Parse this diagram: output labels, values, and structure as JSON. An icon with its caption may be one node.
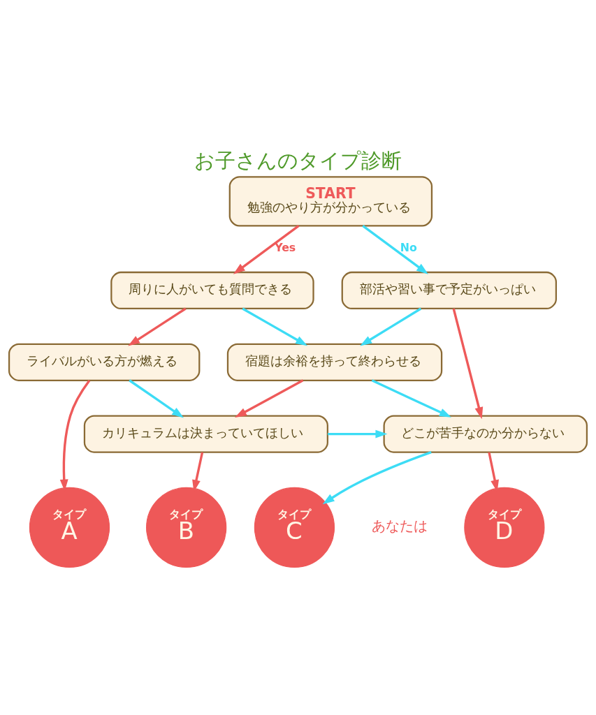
{
  "diagram": {
    "title": "お子さんのタイプ診断",
    "nodes": [
      {
        "text": [
          "START",
          "勉強のやり方が分かっている"
        ]
      },
      {
        "text": [
          "周りに人がいても質問できる"
        ]
      },
      {
        "text": [
          "部活や習い事で予定がいっぱい"
        ]
      },
      {
        "text": [
          "ライバルがいる方が燃える"
        ]
      },
      {
        "text": [
          "宿題は余裕を持って終わらせる"
        ]
      },
      {
        "text": [
          "カリキュラムは決まっていてほしい"
        ]
      },
      {
        "text": [
          "どこが苦手なのか分からない"
        ]
      },
      {
        "text": [
          "タイプ",
          "A"
        ]
      },
      {
        "text": [
          "タイプ",
          "B"
        ]
      },
      {
        "text": [
          "タイプ",
          "C"
        ]
      },
      {
        "text": [
          "タイプ",
          "D"
        ]
      }
    ],
    "edges": [
      {
        "from": 0,
        "to": 1,
        "arrow": "to",
        "label": "Yes",
        "color": "#ee5a5a"
      },
      {
        "from": 0,
        "to": 2,
        "arrow": "to",
        "label": "No",
        "color": "#3ddcf5"
      },
      {
        "from": 1,
        "to": 3,
        "arrow": "to",
        "color": "#ee5a5a"
      },
      {
        "from": 1,
        "to": 4,
        "arrow": "to",
        "color": "#3ddcf5"
      },
      {
        "from": 2,
        "to": 4,
        "arrow": "to",
        "color": "#3ddcf5"
      },
      {
        "from": 2,
        "to": 6,
        "arrow": "to",
        "color": "#ee5a5a"
      },
      {
        "from": 3,
        "to": 7,
        "arrow": "to",
        "color": "#ee5a5a"
      },
      {
        "from": 3,
        "to": 5,
        "arrow": "to",
        "color": "#3ddcf5"
      },
      {
        "from": 4,
        "to": 5,
        "arrow": "to",
        "color": "#ee5a5a"
      },
      {
        "from": 4,
        "to": 6,
        "arrow": "to",
        "color": "#3ddcf5"
      },
      {
        "from": 5,
        "to": 6,
        "arrow": "to",
        "color": "#3ddcf5"
      },
      {
        "from": 5,
        "to": 8,
        "arrow": "to",
        "color": "#ee5a5a"
      },
      {
        "from": 6,
        "to": 9,
        "arrow": "to",
        "color": "#3ddcf5"
      },
      {
        "from": 6,
        "to": 10,
        "arrow": "to",
        "color": "#ee5a5a"
      }
    ],
    "labels": [
      "あなたは"
    ]
  }
}
